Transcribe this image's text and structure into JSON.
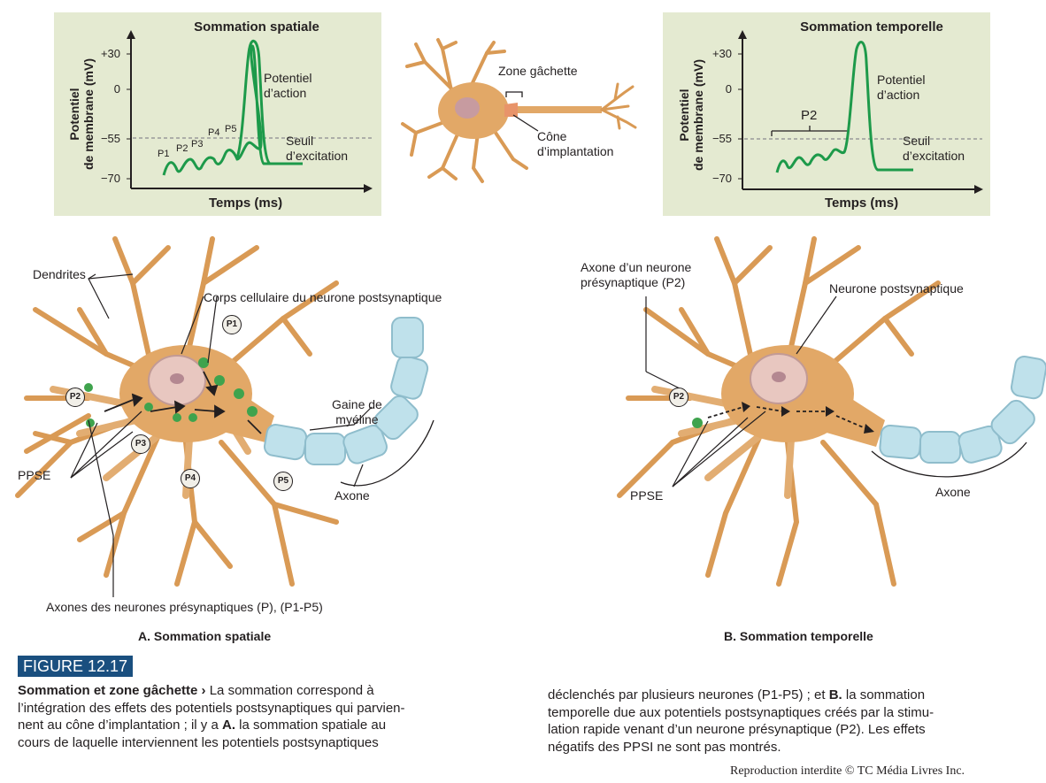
{
  "panels": {
    "spatial": {
      "title": "Sommation spatiale",
      "y_label_line1": "Potentiel",
      "y_label_line2": "de membrane (mV)",
      "x_label": "Temps (ms)",
      "ticks": [
        "+30",
        "0",
        "−55",
        "−70"
      ],
      "peak_labels": [
        "P1",
        "P2",
        "P3",
        "P4",
        "P5"
      ],
      "ap_label": [
        "Potentiel",
        "d’action"
      ],
      "threshold_label": [
        "Seuil",
        "d’excitation"
      ]
    },
    "temporal": {
      "title": "Sommation temporelle",
      "y_label_line1": "Potentiel",
      "y_label_line2": "de membrane (mV)",
      "x_label": "Temps (ms)",
      "ticks": [
        "+30",
        "0",
        "−55",
        "−70"
      ],
      "bracket_label": "P2",
      "ap_label": [
        "Potentiel",
        "d’action"
      ],
      "threshold_label": [
        "Seuil",
        "d’excitation"
      ]
    }
  },
  "center_neuron": {
    "trigger_zone": "Zone gâchette",
    "hillock": [
      "Cône",
      "d’implantation"
    ]
  },
  "illustration_a": {
    "dendrites": "Dendrites",
    "cell_body": "Corps cellulaire du neurone postsynaptique",
    "myelin": [
      "Gaine de",
      "myéline"
    ],
    "axon": "Axone",
    "ppse": "PPSE",
    "axons_pre": "Axones des neurones présynaptiques (P), (P1-P5)",
    "markers": [
      "P1",
      "P2",
      "P3",
      "P4",
      "P5"
    ],
    "subtitle": "A. Sommation spatiale"
  },
  "illustration_b": {
    "pre_axon": [
      "Axone d’un neurone",
      "présynaptique (P2)"
    ],
    "post_neuron": "Neurone postsynaptique",
    "axon": "Axone",
    "ppse": "PPSE",
    "marker": "P2",
    "subtitle": "B. Sommation temporelle"
  },
  "figure_badge": "FIGURE 12.17",
  "caption": {
    "title": "Sommation et zone gâchette",
    "arrow": "›",
    "left_line1": " La sommation correspond à",
    "left_line2": "l’intégration des effets des potentiels postsynaptiques qui parvien-",
    "left_line3a": "nent au cône d’implantation ; il y a ",
    "left_line3_b": "A.",
    "left_line3c": " la sommation spatiale au",
    "left_line4": "cours de laquelle interviennent les potentiels postsynaptiques",
    "right_line1a": "déclenchés par plusieurs neurones (P1-P5) ; et ",
    "right_line1_b": "B.",
    "right_line1c": " la sommation",
    "right_line2": "temporelle due aux potentiels postsynaptiques créés par la stimu-",
    "right_line3": "lation rapide venant d’un neurone présynaptique (P2). Les effets",
    "right_line4": "négatifs des PPSI ne sont pas montrés."
  },
  "credit": "Reproduction interdite © TC Média Livres Inc.",
  "colors": {
    "panel_bg": "#e4ead1",
    "trace": "#1d9a4a",
    "threshold": "#9a9a9a",
    "neuron": "#e2a867",
    "myelin": "#b9dce6",
    "badge": "#1a4f7f"
  }
}
